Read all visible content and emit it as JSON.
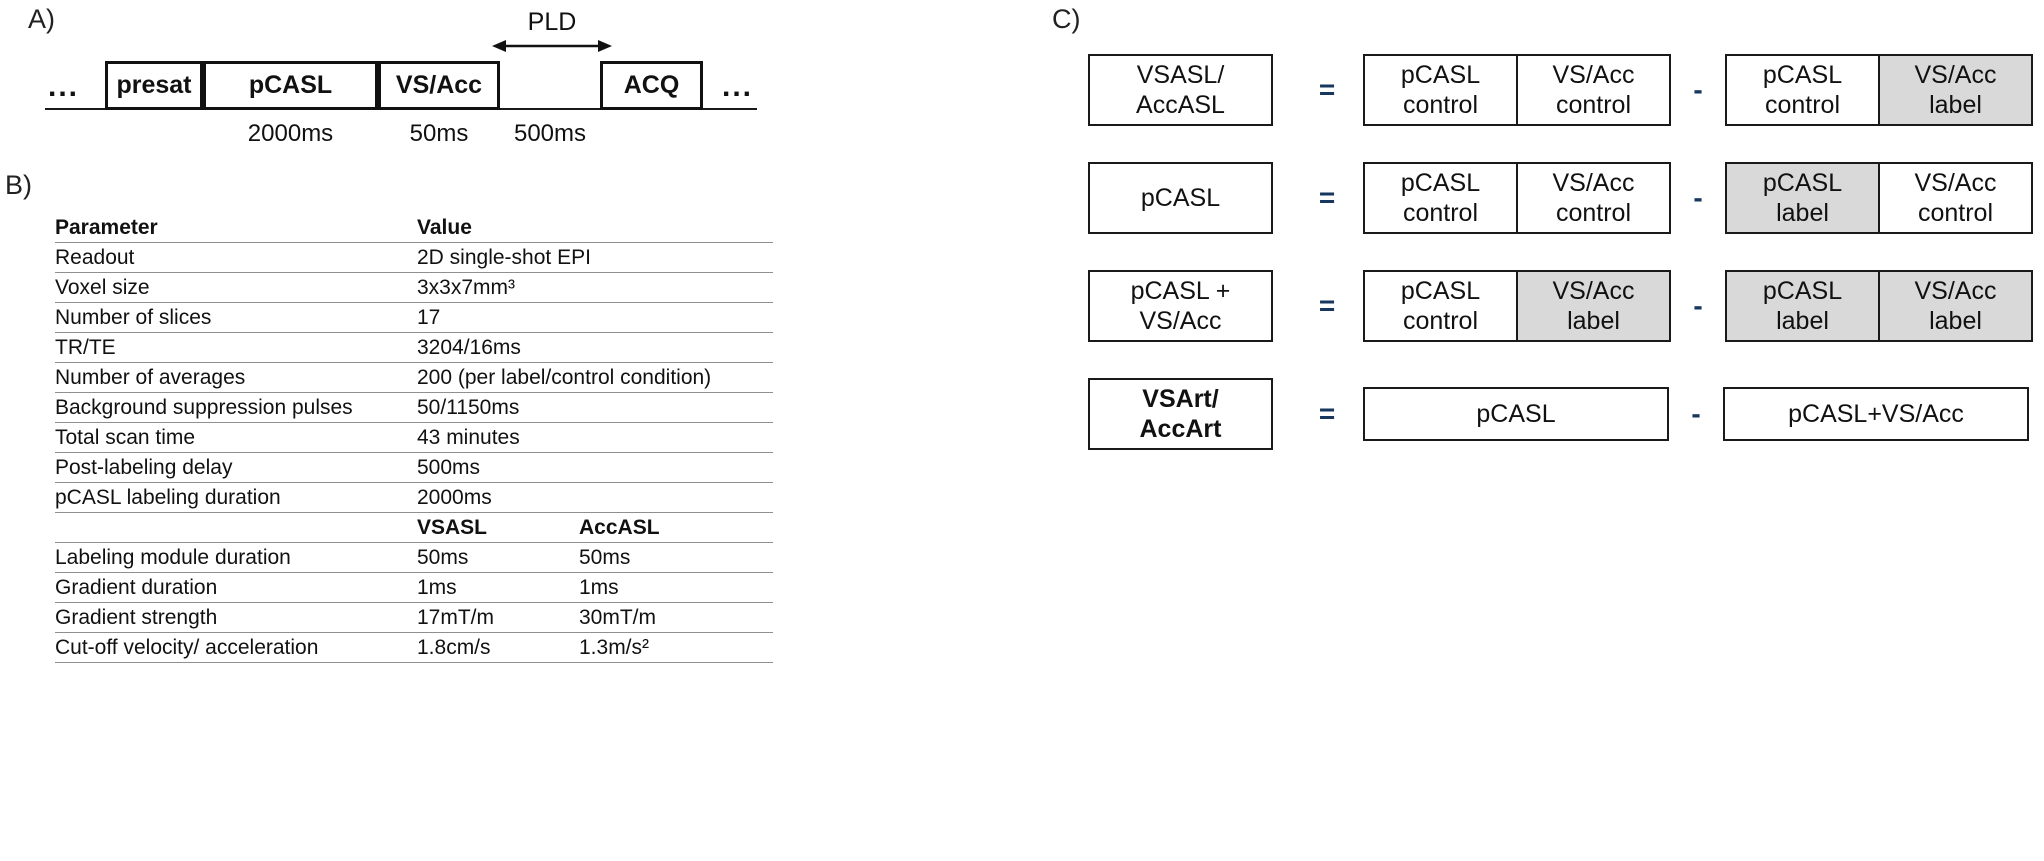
{
  "colors": {
    "shaded_cell": "#d9d9d9",
    "operator_blue": "#17375e",
    "table_rule": "#8f8f8f",
    "box_border": "#111111"
  },
  "panel_a": {
    "label": "A)",
    "ellipsis_left": "...",
    "ellipsis_right": "...",
    "pld_label": "PLD",
    "blocks": {
      "presat": "presat",
      "pcasl": "pCASL",
      "vsacc": "VS/Acc",
      "acq": "ACQ"
    },
    "times": {
      "pcasl": "2000ms",
      "vsacc": "50ms",
      "pld": "500ms"
    }
  },
  "panel_b": {
    "label": "B)",
    "header": {
      "param": "Parameter",
      "value": "Value"
    },
    "rows": [
      {
        "param": "Readout",
        "value": "2D single-shot EPI"
      },
      {
        "param": "Voxel size",
        "value": "3x3x7mm³"
      },
      {
        "param": "Number of slices",
        "value": "17"
      },
      {
        "param": "TR/TE",
        "value": "3204/16ms"
      },
      {
        "param": "Number of averages",
        "value": "200 (per label/control condition)"
      },
      {
        "param": "Background suppression pulses",
        "value": "50/1150ms"
      },
      {
        "param": "Total scan time",
        "value": "43 minutes"
      },
      {
        "param": "Post-labeling delay",
        "value": "500ms"
      },
      {
        "param": "pCASL labeling duration",
        "value": "2000ms"
      }
    ],
    "subheader": {
      "param": "",
      "vsasl": "VSASL",
      "accasl": "AccASL"
    },
    "subrows": [
      {
        "param": "Labeling module duration",
        "vsasl": "50ms",
        "accasl": "50ms"
      },
      {
        "param": "Gradient duration",
        "vsasl": "1ms",
        "accasl": "1ms"
      },
      {
        "param": "Gradient strength",
        "vsasl": "17mT/m",
        "accasl": "30mT/m"
      },
      {
        "param": "Cut-off velocity/ acceleration",
        "vsasl": "1.8cm/s",
        "accasl": "1.3m/s²"
      }
    ]
  },
  "panel_c": {
    "label": "C)",
    "rows": [
      {
        "lhs1": "VSASL/",
        "lhs2": "AccASL",
        "eq": "=",
        "minus": "-",
        "a1l1": "pCASL",
        "a1l2": "control",
        "a2l1": "VS/Acc",
        "a2l2": "control",
        "b1l1": "pCASL",
        "b1l2": "control",
        "b2l1": "VS/Acc",
        "b2l2": "label"
      },
      {
        "lhs1": "pCASL",
        "lhs2": "",
        "eq": "=",
        "minus": "-",
        "a1l1": "pCASL",
        "a1l2": "control",
        "a2l1": "VS/Acc",
        "a2l2": "control",
        "b1l1": "pCASL",
        "b1l2": "label",
        "b2l1": "VS/Acc",
        "b2l2": "control"
      },
      {
        "lhs1": "pCASL +",
        "lhs2": "VS/Acc",
        "eq": "=",
        "minus": "-",
        "a1l1": "pCASL",
        "a1l2": "control",
        "a2l1": "VS/Acc",
        "a2l2": "label",
        "b1l1": "pCASL",
        "b1l2": "label",
        "b2l1": "VS/Acc",
        "b2l2": "label"
      },
      {
        "lhs1": "VSArt/",
        "lhs2": "AccArt",
        "eq": "=",
        "minus": "-",
        "a_single": "pCASL",
        "b_single": "pCASL+VS/Acc"
      }
    ]
  }
}
